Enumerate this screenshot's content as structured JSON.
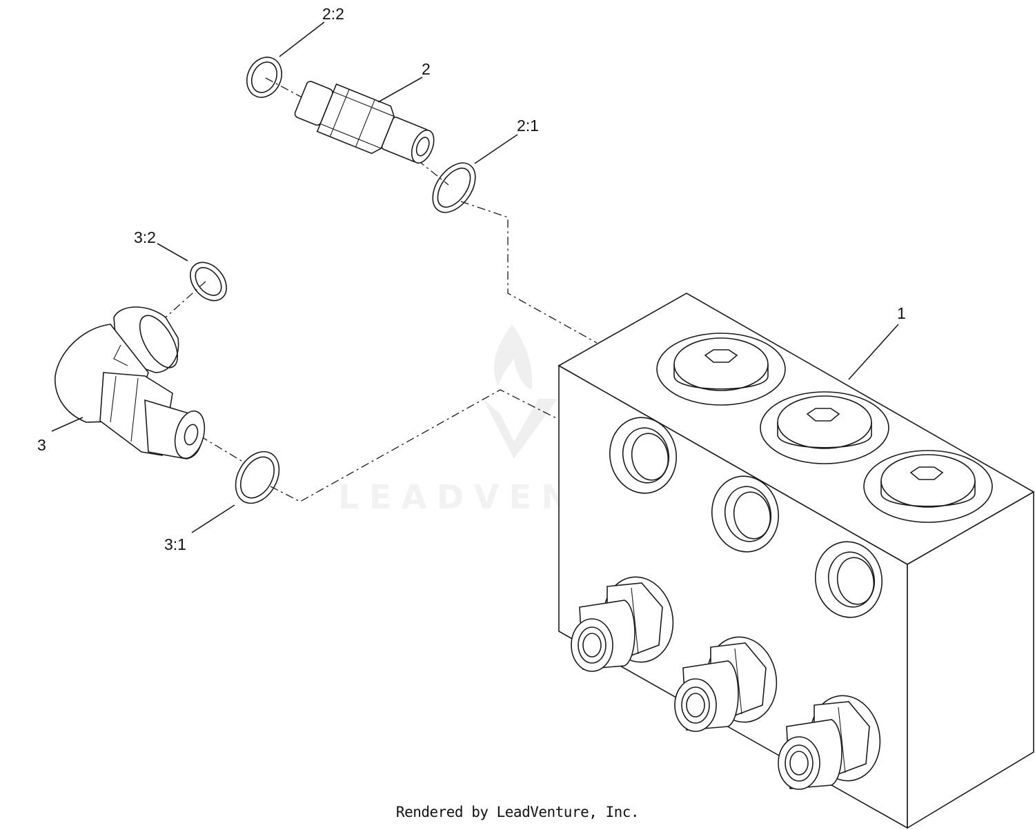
{
  "callouts": [
    {
      "id": "c-2-2",
      "label": "2:2"
    },
    {
      "id": "c-2",
      "label": "2"
    },
    {
      "id": "c-2-1",
      "label": "2:1"
    },
    {
      "id": "c-3-2",
      "label": "3:2"
    },
    {
      "id": "c-1",
      "label": "1"
    },
    {
      "id": "c-3",
      "label": "3"
    },
    {
      "id": "c-3-1",
      "label": "3:1"
    }
  ],
  "watermark": "LEADVENTURE",
  "footer": "Rendered by LeadVenture, Inc."
}
